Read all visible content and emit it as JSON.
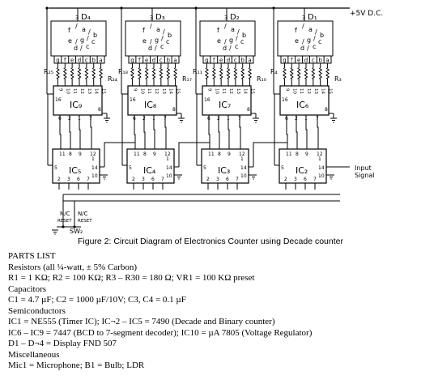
{
  "diagram": {
    "supply_label": "+5V D.C.",
    "input_label": [
      "Input",
      "Signal"
    ],
    "stages": [
      {
        "display": "D₄",
        "decoder": "IC₉",
        "counter": "IC₅",
        "res_left": "R₂₅",
        "res_right": "R₂₄"
      },
      {
        "display": "D₃",
        "decoder": "IC₈",
        "counter": "IC₄",
        "res_left": "R₁₈",
        "res_right": "R₁₇"
      },
      {
        "display": "D₂",
        "decoder": "IC₇",
        "counter": "IC₃",
        "res_left": "R₁₁",
        "res_right": "R₁₀"
      },
      {
        "display": "D₁",
        "decoder": "IC₆",
        "counter": "IC₂",
        "res_left": "R₄",
        "res_right": "R₃"
      }
    ],
    "segment_labels": [
      "g",
      "f",
      "e",
      "d",
      "c",
      "b",
      "a"
    ],
    "display_pin": "3",
    "decoder_top_pins": [
      "9",
      "10",
      "11",
      "12",
      "13",
      "14",
      "15"
    ],
    "decoder_left_pin": "16",
    "decoder_right_pin": "8",
    "decoder_bottom_pins": [
      "6",
      "2",
      "1",
      "7"
    ],
    "counter_top_pins": [
      "11",
      "8",
      "9",
      "12"
    ],
    "counter_left_pin": "5",
    "counter_right_pins": [
      "1",
      "14",
      "10"
    ],
    "counter_bottom_pins": [
      "2",
      "3",
      "6",
      "7"
    ],
    "switch_contact": "N/C",
    "switch_function": "RESET",
    "switch_label": "SW₂"
  },
  "caption": "Figure 2: Circuit Diagram of Electronics Counter using Decade counter",
  "parts_list": [
    "PARTS LIST",
    "Resistors (all ¼-watt, ± 5% Carbon)",
    "R1 = 1 KΩ; R2 = 100 KΩ; R3 – R30 = 180 Ω; VR1 = 100 KΩ preset",
    "Capacitors",
    "C1 = 4.7 µF; C2 = 1000 µF/10V;  C3, C4 = 0.1 µF",
    "Semiconductors",
    "IC1 = NE555 (Timer IC); IC¬2 – IC5 = 7490 (Decade and Binary counter)",
    "IC6 – IC9 = 7447 (BCD to 7-segment decoder); IC10 = µA 7805 (Voltage Regulator)",
    "D1 – D¬4 = Display FND 507",
    "Miscellaneous",
    "Mic1 = Microphone; B1 = Bulb; LDR"
  ]
}
